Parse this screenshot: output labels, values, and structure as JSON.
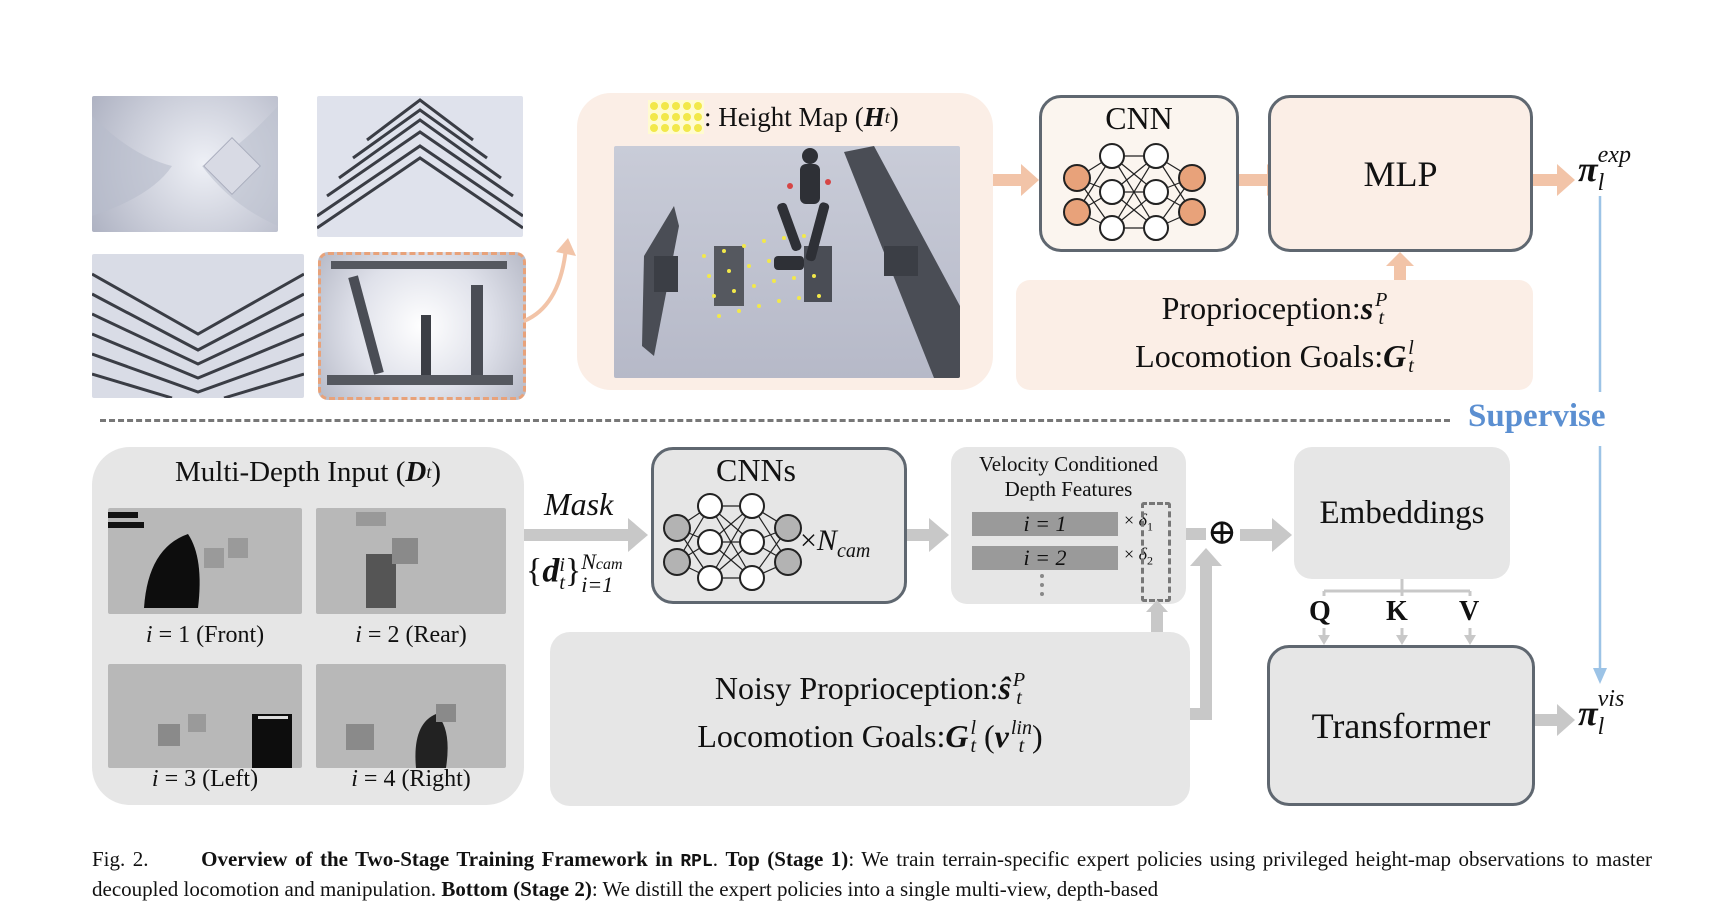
{
  "top": {
    "heightmap_label_prefix": ": Height Map (",
    "heightmap_symbol": "H",
    "heightmap_sub": "t",
    "heightmap_close": ")",
    "cnn_label": "CNN",
    "mlp_label": "MLP",
    "proprio_label": "Proprioception: ",
    "proprio_symbol": "s",
    "proprio_sub": "t",
    "proprio_sup": "P",
    "goals_label": "Locomotion Goals: ",
    "goals_symbol": "G",
    "goals_sub": "t",
    "goals_sup": "l",
    "output_symbol": "π",
    "output_sub": "l",
    "output_sup": "exp"
  },
  "divider": {
    "supervise_label": "Supervise"
  },
  "bottom": {
    "depth_title_prefix": "Multi-Depth Input (",
    "depth_title_symbol": "D",
    "depth_title_sub": "t",
    "depth_title_close": ")",
    "views": [
      {
        "index": "1",
        "label": "(Front)"
      },
      {
        "index": "2",
        "label": "(Rear)"
      },
      {
        "index": "3",
        "label": "(Left)"
      },
      {
        "index": "4",
        "label": "(Right)"
      }
    ],
    "mask_label": "Mask",
    "input_symbol": "d",
    "input_sup_i": "i",
    "input_sub": "t",
    "input_upper": "N",
    "input_upper_sub": "cam",
    "input_lower": "i=1",
    "cnns_label": "CNNs",
    "ncam_times": "×",
    "ncam_symbol": "N",
    "ncam_sub": "cam",
    "vel_title_line1": "Velocity Conditioned",
    "vel_title_line2": "Depth Features",
    "feature_rows": [
      {
        "label": "i = 1",
        "delta": "δ",
        "delta_sub": "1"
      },
      {
        "label": "i = 2",
        "delta": "δ",
        "delta_sub": "2"
      }
    ],
    "oplus": "⊕",
    "embeddings_label": "Embeddings",
    "q_label": "Q",
    "k_label": "K",
    "v_label": "V",
    "transformer_label": "Transformer",
    "noisy_label": "Noisy Proprioception: ",
    "noisy_symbol": "ŝ",
    "noisy_sub": "t",
    "noisy_sup": "P",
    "goals2_label": "Locomotion Goals: ",
    "goals2_symbol": "G",
    "goals2_sub": "t",
    "goals2_sup": "l",
    "goals2_paren_symbol": "v",
    "goals2_paren_sub": "t",
    "goals2_paren_sup": "lin",
    "output_symbol": "π",
    "output_sub": "l",
    "output_sup": "vis"
  },
  "caption": {
    "fig": "Fig. 2.",
    "bold_title": "Overview of the Two-Stage Training Framework in ",
    "mono_name": "RPL",
    "period": ".",
    "top_bold": "Top (Stage 1)",
    "top_text": ": We train terrain-specific expert policies using privileged height-map observations to master decoupled locomotion and manipulation. ",
    "bottom_bold": "Bottom (Stage 2)",
    "bottom_text": ": We distill the expert policies into a single multi-view, depth-based"
  },
  "colors": {
    "peach_fill": "#fbeee6",
    "peach_arrow": "#f2c4a8",
    "orange_node": "#e8a27a",
    "gray_fill": "#e6e6e6",
    "gray_arrow": "#c8c8c8",
    "supervise_blue": "#5b8fd1",
    "arrow_blue": "#9cc3e6"
  }
}
